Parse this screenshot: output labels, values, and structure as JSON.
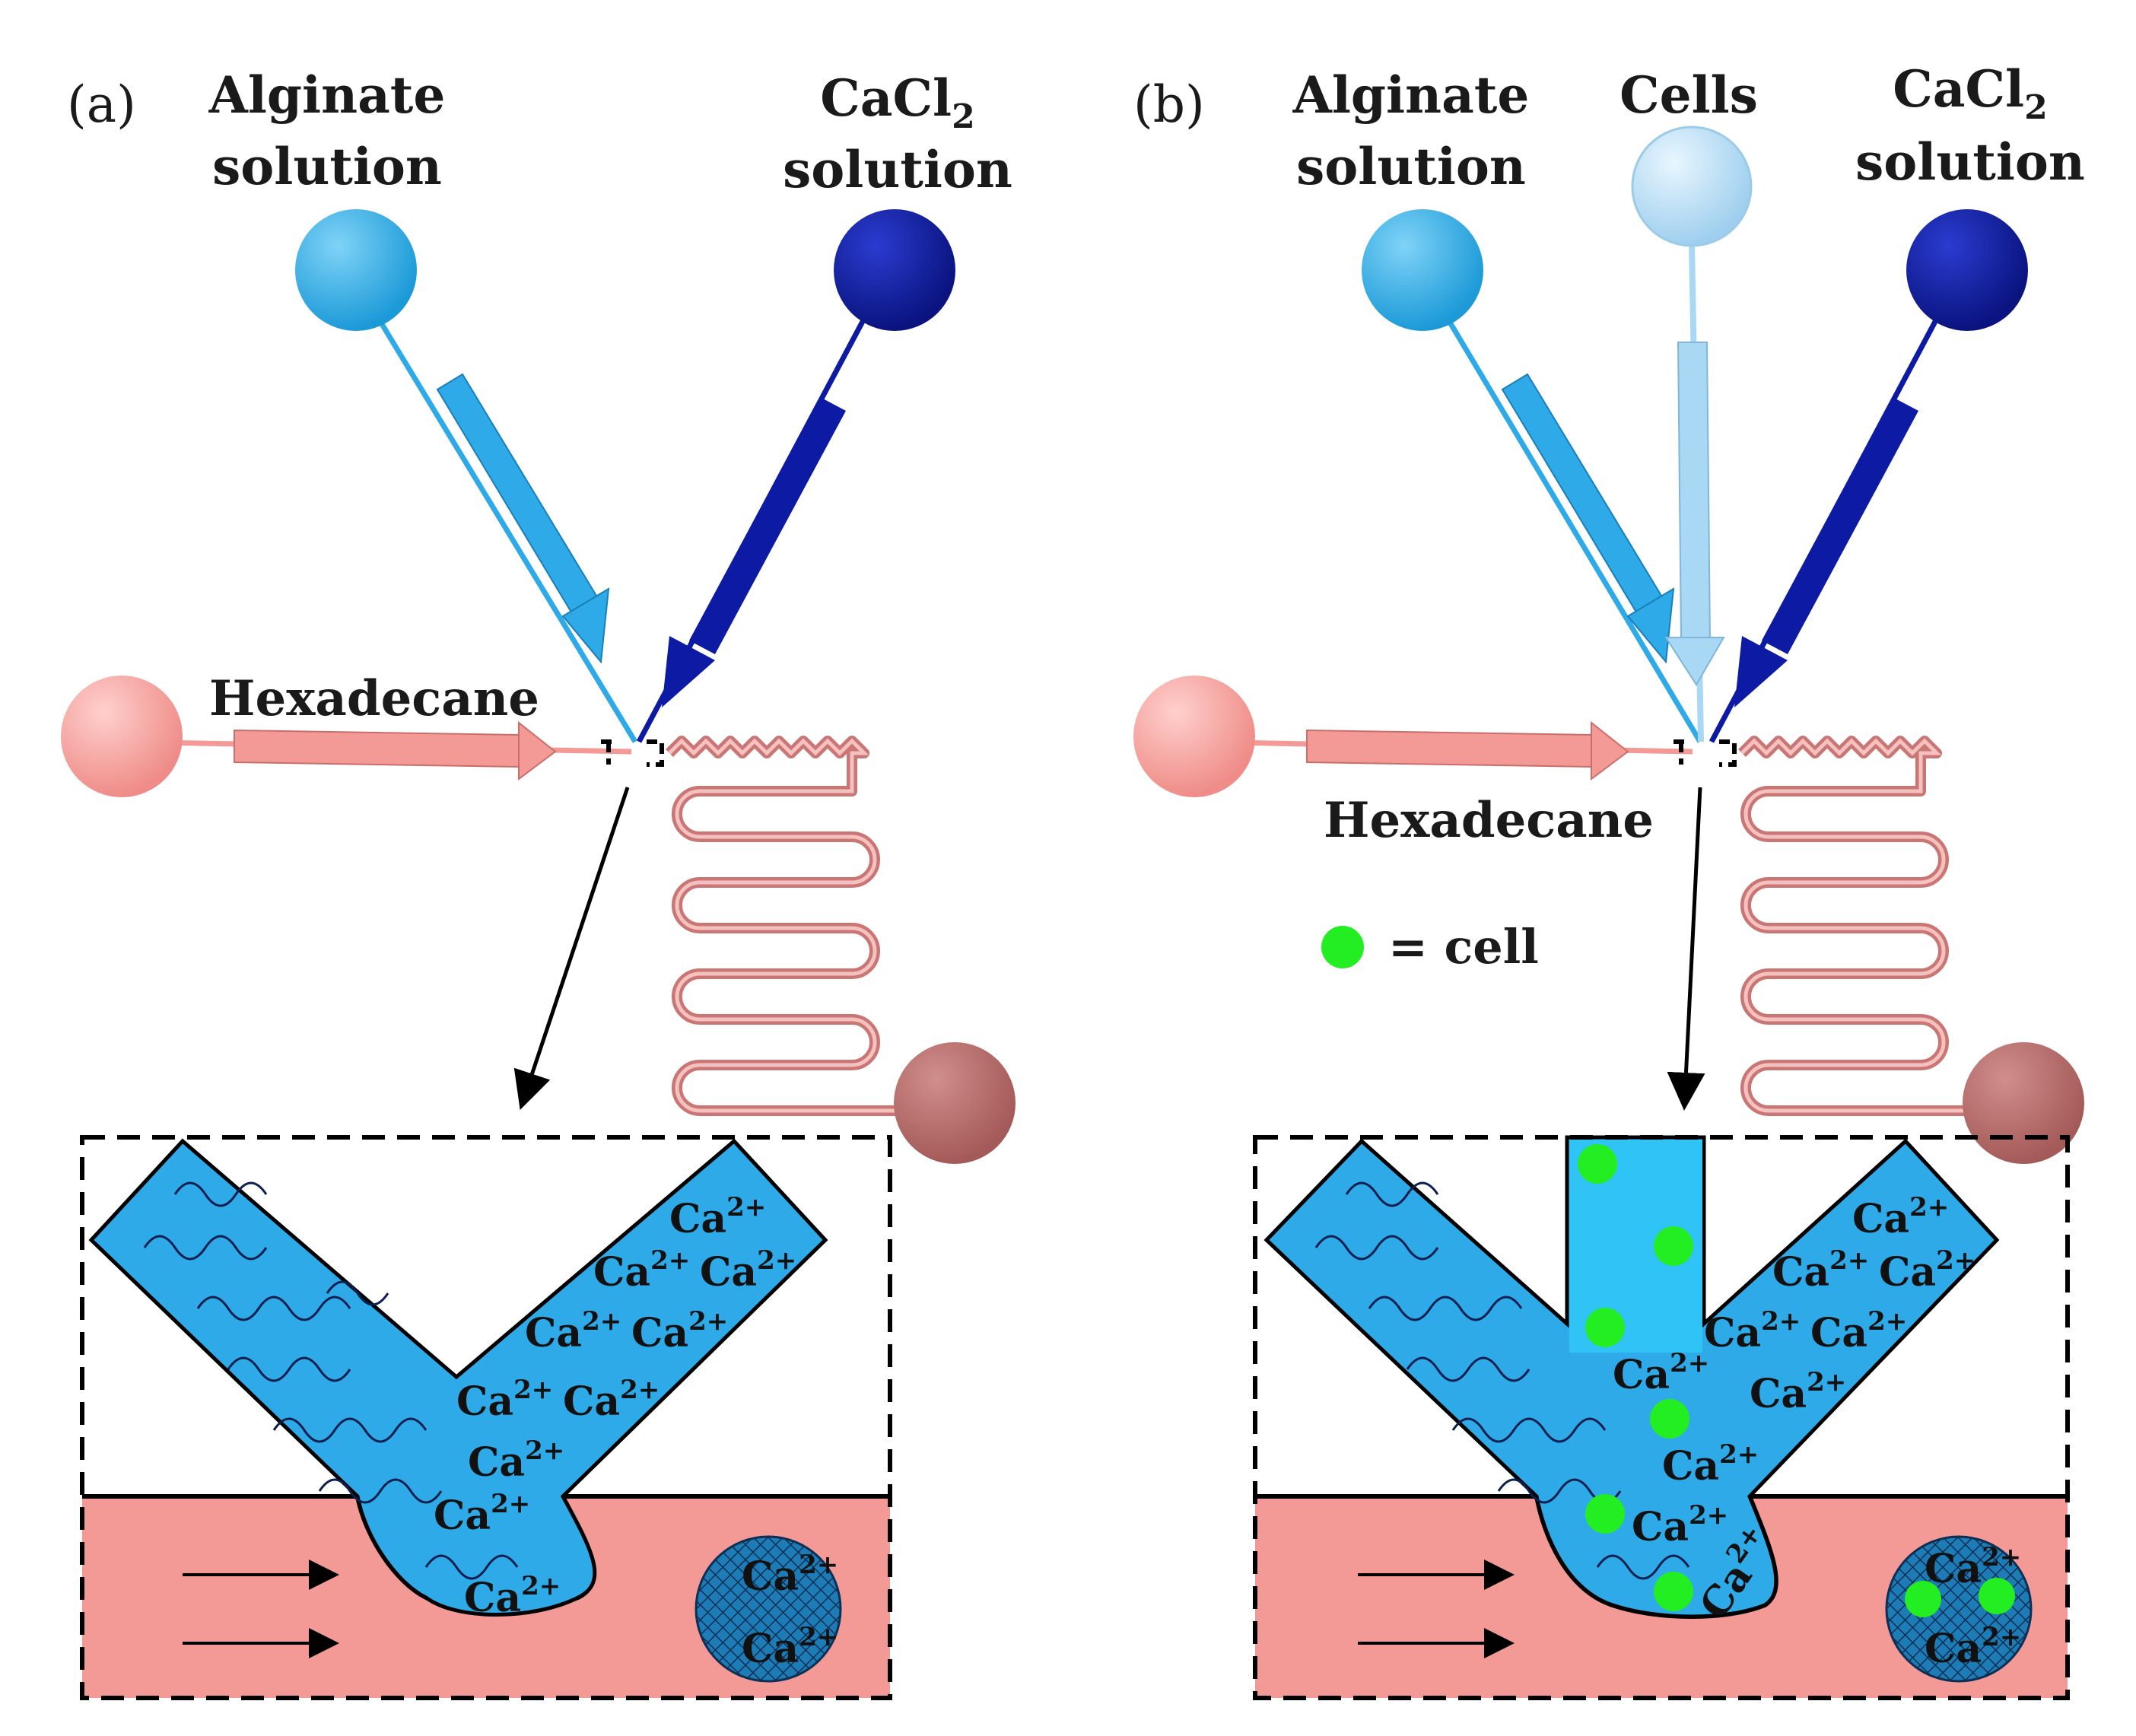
{
  "panel_a": {
    "letter": "(a)",
    "alginate_label": [
      "Alginate",
      "solution"
    ],
    "cacl2_label": [
      "CaCl",
      "2",
      "solution"
    ],
    "hexadecane_label": "Hexadecane",
    "ions": [
      "Ca",
      "2+"
    ]
  },
  "panel_b": {
    "letter": "(b)",
    "alginate_label": [
      "Alginate",
      "solution"
    ],
    "cells_label": "Cells",
    "cacl2_label": [
      "CaCl",
      "2",
      "solution"
    ],
    "hexadecane_label": "Hexadecane",
    "legend_label": "= cell"
  },
  "colors": {
    "alginate": "#2eaae8",
    "cacl2": "#0d1aa3",
    "cells": "#a9d8f5",
    "hexadecane": "#f39a96",
    "outlet": "#b46a68",
    "cell": "#22ee22",
    "bead": "#1e7fb8"
  }
}
